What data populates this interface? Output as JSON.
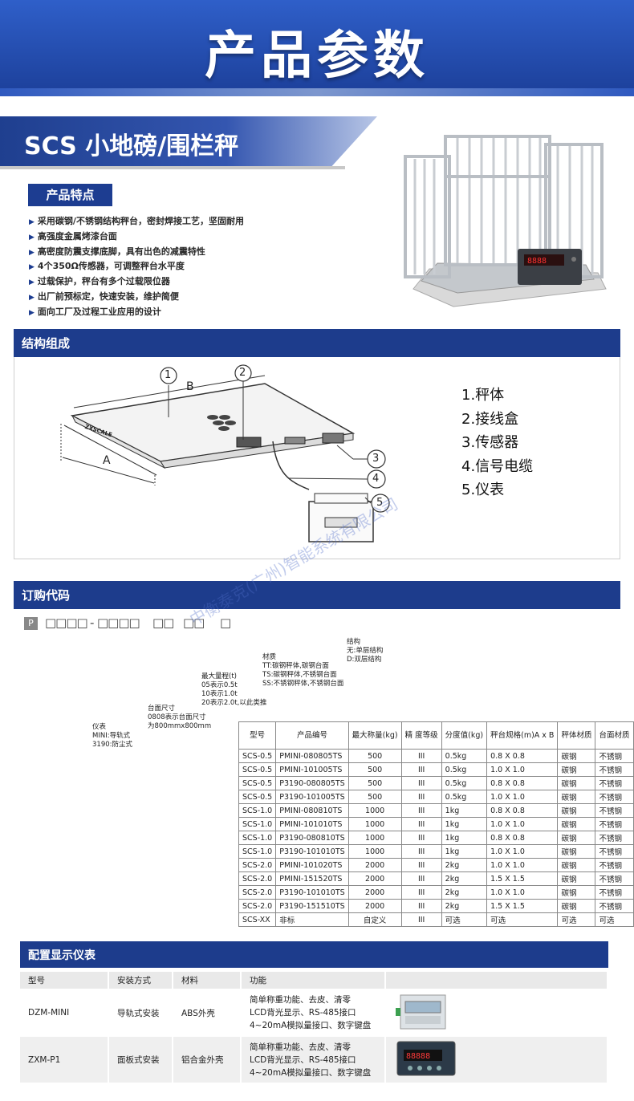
{
  "banner": {
    "title": "产品参数"
  },
  "product": {
    "title": "SCS 小地磅/围栏秤"
  },
  "features": {
    "label": "产品特点",
    "items": [
      "采用碳钢/不锈钢结构秤台，密封焊接工艺，坚固耐用",
      "高强度金属烤漆台面",
      "高密度防震支撑底脚，具有出色的减震特性",
      "4个350Ω传感器，可调整秤台水平度",
      "过载保护，秤台有多个过载限位器",
      "出厂前预标定，快速安装，维护简便",
      "面向工厂及过程工业应用的设计"
    ]
  },
  "structure": {
    "title": "结构组成",
    "dimension_a": "A",
    "dimension_b": "B",
    "callouts": [
      "1",
      "2",
      "3",
      "4",
      "5"
    ],
    "platform_brand": "ZXSCALE",
    "legend": [
      "1.秤体",
      "2.接线盒",
      "3.传感器",
      "4.信号电缆",
      "5.仪表"
    ]
  },
  "watermark": "中衡泰克(广州)智能系统有限公司",
  "ordering": {
    "title": "订购代码",
    "prefix": "P",
    "group1": "□□□□",
    "dash": "-",
    "group2": "□□□□",
    "group3": "□□",
    "group4": "□□",
    "group5": "□",
    "labels": {
      "structure_title": "结构",
      "structure_none": "无:单层结构",
      "structure_d": "D:双层结构",
      "material_title": "材质",
      "material_tt": "TT:碳钢秤体,碳钢台面",
      "material_ts": "TS:碳钢秤体,不锈钢台面",
      "material_ss": "SS:不锈钢秤体,不锈钢台面",
      "capacity_title": "最大量程(t)",
      "capacity_05": "05表示0.5t",
      "capacity_10": "10表示1.0t",
      "capacity_20": "20表示2.0t,以此类推",
      "size_title": "台面尺寸",
      "size_desc1": "0808表示台面尺寸",
      "size_desc2": "为800mmx800mm",
      "meter_title": "仪表",
      "meter_mini": "MINI:导轨式",
      "meter_3190": "3190:防尘式"
    }
  },
  "spec_table": {
    "headers": [
      "型号",
      "产品编号",
      "最大称量(kg)",
      "精 度等级",
      "分度值(kg)",
      "秤台规格(m)A x B",
      "秤体材质",
      "台面材质"
    ],
    "rows": [
      [
        "SCS-0.5",
        "PMINI-080805TS",
        "500",
        "III",
        "0.5kg",
        "0.8 X 0.8",
        "碳钢",
        "不锈钢"
      ],
      [
        "SCS-0.5",
        "PMINI-101005TS",
        "500",
        "III",
        "0.5kg",
        "1.0 X 1.0",
        "碳钢",
        "不锈钢"
      ],
      [
        "SCS-0.5",
        "P3190-080805TS",
        "500",
        "III",
        "0.5kg",
        "0.8 X 0.8",
        "碳钢",
        "不锈钢"
      ],
      [
        "SCS-0.5",
        "P3190-101005TS",
        "500",
        "III",
        "0.5kg",
        "1.0 X 1.0",
        "碳钢",
        "不锈钢"
      ],
      [
        "SCS-1.0",
        "PMINI-080810TS",
        "1000",
        "III",
        "1kg",
        "0.8 X 0.8",
        "碳钢",
        "不锈钢"
      ],
      [
        "SCS-1.0",
        "PMINI-101010TS",
        "1000",
        "III",
        "1kg",
        "1.0 X 1.0",
        "碳钢",
        "不锈钢"
      ],
      [
        "SCS-1.0",
        "P3190-080810TS",
        "1000",
        "III",
        "1kg",
        "0.8 X 0.8",
        "碳钢",
        "不锈钢"
      ],
      [
        "SCS-1.0",
        "P3190-101010TS",
        "1000",
        "III",
        "1kg",
        "1.0 X 1.0",
        "碳钢",
        "不锈钢"
      ],
      [
        "SCS-2.0",
        "PMINI-101020TS",
        "2000",
        "III",
        "2kg",
        "1.0 X 1.0",
        "碳钢",
        "不锈钢"
      ],
      [
        "SCS-2.0",
        "PMINI-151520TS",
        "2000",
        "III",
        "2kg",
        "1.5 X 1.5",
        "碳钢",
        "不锈钢"
      ],
      [
        "SCS-2.0",
        "P3190-101010TS",
        "2000",
        "III",
        "2kg",
        "1.0 X 1.0",
        "碳钢",
        "不锈钢"
      ],
      [
        "SCS-2.0",
        "P3190-151510TS",
        "2000",
        "III",
        "2kg",
        "1.5 X 1.5",
        "碳钢",
        "不锈钢"
      ],
      [
        "SCS-XX",
        "非标",
        "自定义",
        "III",
        "可选",
        "可选",
        "可选",
        "可选"
      ]
    ]
  },
  "instruments": {
    "title": "配置显示仪表",
    "headers": [
      "型号",
      "安装方式",
      "材料",
      "功能",
      ""
    ],
    "rows": [
      {
        "model": "DZM-MINI",
        "mount": "导轨式安装",
        "material": "ABS外壳",
        "func": [
          "简单称重功能、去皮、清零",
          "LCD背光显示、RS-485接口",
          "4~20mA模拟量接口、数字键盘"
        ]
      },
      {
        "model": "ZXM-P1",
        "mount": "面板式安装",
        "material": "铝合金外壳",
        "func": [
          "简单称重功能、去皮、清零",
          "LCD背光显示、RS-485接口",
          "4~20mA模拟量接口、数字键盘"
        ]
      }
    ]
  },
  "colors": {
    "primary": "#1d3c8c",
    "banner": "#2f5fc9",
    "accent_red": "#e03030"
  }
}
